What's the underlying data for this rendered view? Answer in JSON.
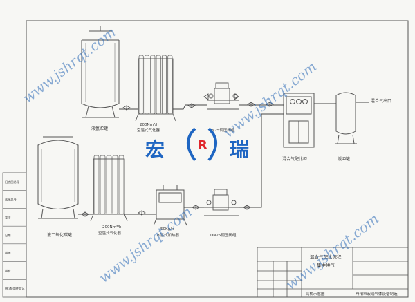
{
  "watermark": {
    "text": "www.jshrqt.com"
  },
  "logo": {
    "left_char": "宏",
    "right_char": "瑞",
    "mark": "R",
    "color": "#1f66c2",
    "accent": "#e0262b"
  },
  "components": {
    "liquid_argon_tank": "液氩贮罐",
    "argon_vaporizer": {
      "flow": "200Nm³/h",
      "name": "空温式气化器"
    },
    "dn25_valve_top": "DN25调压阀组",
    "mixer_cabinet": "混合气配比柜",
    "buffer_tank": "缓冲罐",
    "outlet": "混合气出口",
    "co2_tank": "液二氧化碳罐",
    "co2_vaporizer": {
      "flow": "200Nm³/h",
      "name": "空温式气化器"
    },
    "water_bath_heater": {
      "flow": "50Kg/h",
      "name": "水浴式加热器"
    },
    "dn25_valve_bottom": "DN25调压阀组"
  },
  "title_block": {
    "title_line1": "混合气配比流程",
    "title_line2": "集中供气",
    "company": "丹阳市宏瑞气体设备制造厂",
    "designer": "高桥示意图"
  },
  "left_margin": {
    "labels": [
      "旧底图总号",
      "底图总号",
      "签字",
      "日期",
      "描图",
      "描校",
      "借(通)用件登记"
    ]
  },
  "colors": {
    "line": "#444444",
    "paper": "#f7f7f4"
  }
}
